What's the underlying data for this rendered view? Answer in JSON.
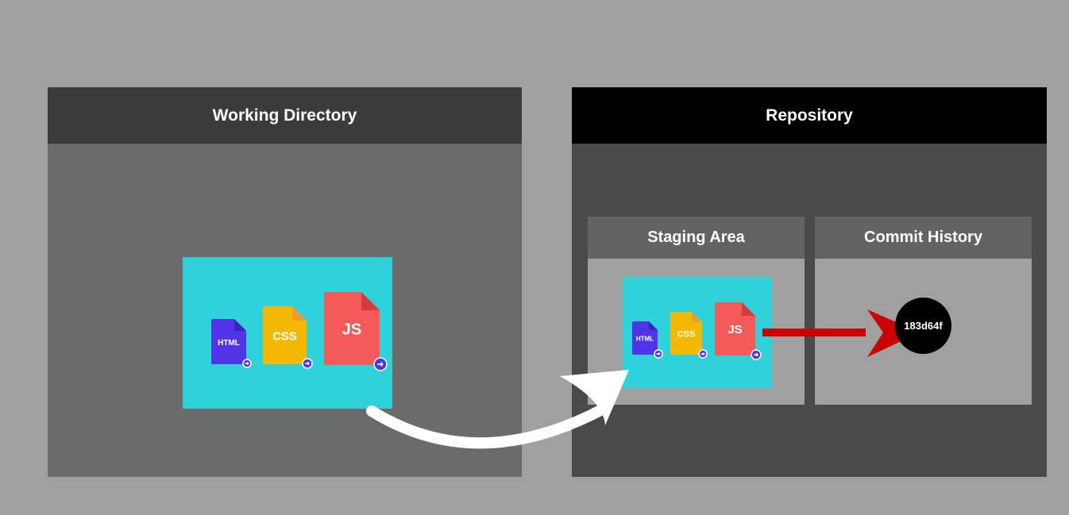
{
  "working_directory": {
    "title": "Working Directory"
  },
  "repository": {
    "title": "Repository",
    "staging_area": {
      "title": "Staging Area"
    },
    "commit_history": {
      "title": "Commit History",
      "commit_hash": "183d64f"
    }
  },
  "files": [
    {
      "label": "HTML",
      "color": "#5234e8",
      "fold_color": "#3b22c4"
    },
    {
      "label": "CSS",
      "color": "#f5b800",
      "fold_color": "#f39a2e"
    },
    {
      "label": "JS",
      "color": "#f45a5a",
      "fold_color": "#d83a3a"
    }
  ],
  "colors": {
    "background": "#a0a0a0",
    "files_box": "#2dd3d9",
    "arrow_red": "#cc0000",
    "arrow_white": "#ffffff",
    "badge": "#5234e8"
  },
  "icons": [
    "file-html-icon",
    "file-css-icon",
    "file-js-icon",
    "move-badge-icon",
    "curved-arrow-icon",
    "red-arrow-icon"
  ]
}
